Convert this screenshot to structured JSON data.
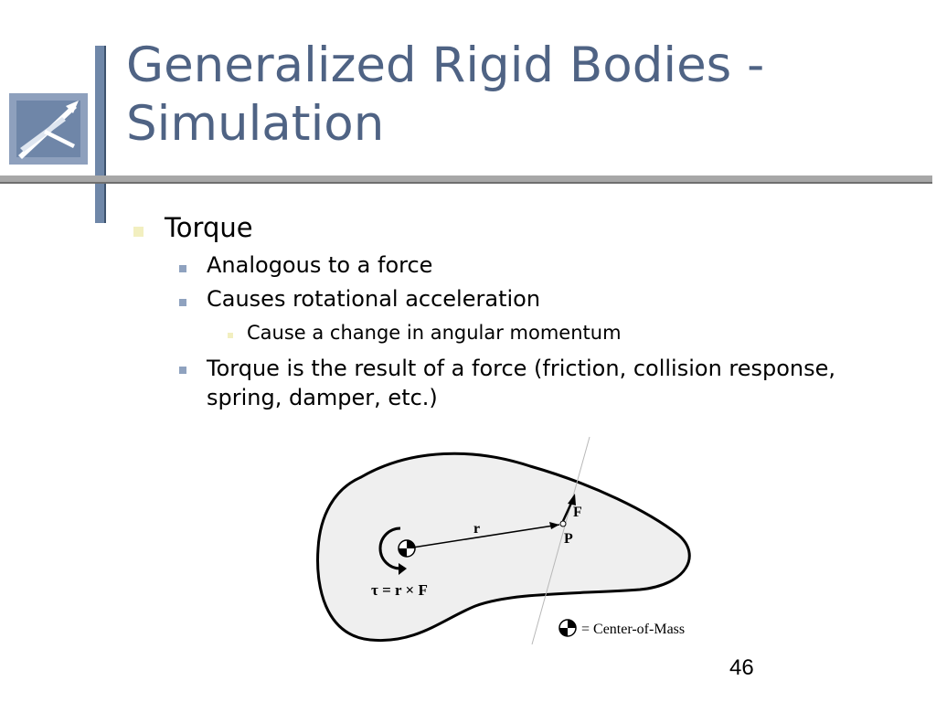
{
  "slide": {
    "title_line1": "Generalized Rigid Bodies -",
    "title_line2": "Simulation",
    "page_number": "46"
  },
  "bullets": {
    "level1": "Torque",
    "level2_a": "Analogous to a force",
    "level2_b": "Causes rotational acceleration",
    "level3_a": "Cause a change in angular momentum",
    "level2_c_line1": "Torque is the result of a force (friction, collision response,",
    "level2_c_line2": "spring, damper, etc.)"
  },
  "diagram": {
    "label_r": "r",
    "label_F": "F",
    "label_P": "P",
    "equation": "τ = r × F",
    "legend": "= Center-of-Mass"
  },
  "colors": {
    "title": "#4f6384",
    "accent_bar": "#6f87a8",
    "bullet_level1": "#f2efc0",
    "bullet_level2": "#8fa2bf",
    "body_fill": "#efefef"
  }
}
